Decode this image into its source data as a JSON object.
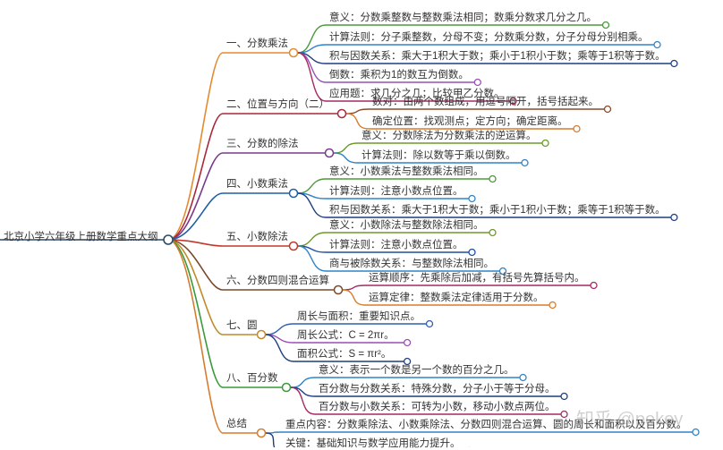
{
  "title": "北京小学六年级上册数学重点大纲",
  "branches": [
    {
      "label": "一、分数乘法",
      "color": "#e58b2f",
      "items": [
        {
          "text": "意义：分数乘整数与整数乘法相同；数乘分数求几分之几。",
          "color": "#4b9a3a"
        },
        {
          "text": "计算法则：分子乘整数，分母不变；分数乘分数，分子分母分别相乘。",
          "color": "#2f84c8"
        },
        {
          "text": "积与因数关系：乘大于1积大于数；乘小于1积小于数；乘等于1积等于数。",
          "color": "#1f3f7f"
        },
        {
          "text": "倒数：乘积为1的数互为倒数。",
          "color": "#9a4fb5"
        },
        {
          "text": "应用题：求几分之几；比较甲乙分数。",
          "color": "#a42a64"
        }
      ]
    },
    {
      "label": "二、位置与方向（二）",
      "color": "#a8293a",
      "items": [
        {
          "text": "数对：由两个数组成，用逗号隔开，括号括起来。",
          "color": "#8a4a2a"
        },
        {
          "text": "确定位置：找观测点；定方向；确定距离。",
          "color": "#d77c2e"
        }
      ]
    },
    {
      "label": "三、分数的除法",
      "color": "#7a3a8a",
      "items": [
        {
          "text": "意义：分数除法为分数乘法的逆运算。",
          "color": "#6a9a2a"
        },
        {
          "text": "计算法则：除以数等于乘以倒数。",
          "color": "#2f84c8"
        }
      ]
    },
    {
      "label": "四、小数乘法",
      "color": "#1f5fa8",
      "items": [
        {
          "text": "意义：小数乘法与整数乘法相同。",
          "color": "#4b9a3a"
        },
        {
          "text": "计算法则：注意小数点位置。",
          "color": "#2f84c8"
        },
        {
          "text": "积与因数关系：乘大于1积大于数；乘小于1积小于数；乘等于1积等于数。",
          "color": "#1f3f7f"
        }
      ]
    },
    {
      "label": "五、小数除法",
      "color": "#c0392b",
      "items": [
        {
          "text": "意义：小数除法与整数除法相同。",
          "color": "#6a9a2a"
        },
        {
          "text": "计算法则：注意小数点位置。",
          "color": "#1f4f9f"
        },
        {
          "text": "商与被除数关系：与整数除法相同。",
          "color": "#2f84c8"
        }
      ]
    },
    {
      "label": "六、分数四则混合运算",
      "color": "#7a4a2a",
      "items": [
        {
          "text": "运算顺序：先乘除后加减，有括号先算括号内。",
          "color": "#a42a64"
        },
        {
          "text": "运算定律：整数乘法定律适用于分数。",
          "color": "#d77c2e"
        }
      ]
    },
    {
      "label": "七、圆",
      "color": "#c08a2a",
      "items": [
        {
          "text": "周长与面积：重要知识点。",
          "color": "#2f5faf"
        },
        {
          "text": "周长公式：C = 2πr。",
          "color": "#9a4fb5"
        },
        {
          "text": "面积公式：S = πr²。",
          "color": "#1f3f7f"
        }
      ]
    },
    {
      "label": "八、百分数",
      "color": "#3a9a3a",
      "items": [
        {
          "text": "意义：表示一个数是另一个数的百分之几。",
          "color": "#2f84c8"
        },
        {
          "text": "百分数与分数关系：特殊分数，分子小于等于分母。",
          "color": "#1f3f7f"
        },
        {
          "text": "百分数与小数关系：可转为小数，移动小数点两位。",
          "color": "#a42a64"
        }
      ]
    },
    {
      "label": "总结",
      "color": "#d77c2e",
      "items": [
        {
          "text": "重点内容：分数乘除法、小数乘除法、分数四则混合运算、圆的周长和面积以及百分数。",
          "color": "#2f84c8"
        },
        {
          "text": "关键：基础知识与数学应用能力提升。",
          "color": "#1f3f7f"
        }
      ]
    }
  ],
  "watermark": "知乎 @pokey"
}
